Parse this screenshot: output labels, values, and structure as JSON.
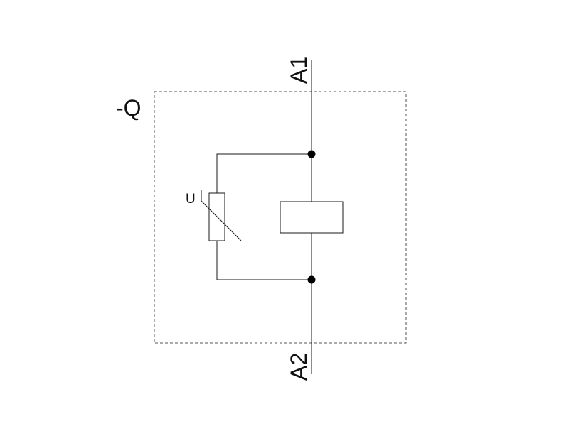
{
  "diagram": {
    "component_designation": "-Q",
    "terminals": {
      "top": "A1",
      "bottom": "A2"
    },
    "varistor_label": "U",
    "colors": {
      "line": "#1a1a1a",
      "enclosure_dash": "#555555",
      "node": "#000000",
      "background": "#ffffff"
    }
  }
}
